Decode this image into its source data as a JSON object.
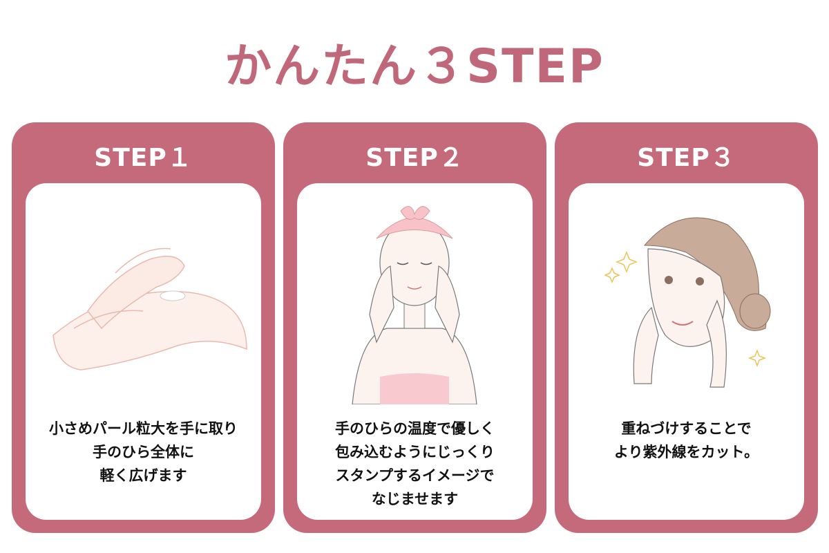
{
  "title": "かんたん３STEP",
  "accent_color": "#c56a7b",
  "steps": [
    {
      "label": "STEP１",
      "illustration": "hands-applying-cream",
      "lines": [
        "小さめパール粒大を手に取り",
        "手のひら全体に",
        "軽く広げます"
      ]
    },
    {
      "label": "STEP２",
      "illustration": "woman-hands-on-cheeks-headband",
      "lines": [
        "手のひらの温度で優しく",
        "包み込むようにじっくり",
        "スタンプするイメージで",
        "なじませます"
      ]
    },
    {
      "label": "STEP３",
      "illustration": "woman-glowing-skin",
      "lines": [
        "重ねづけすることで",
        "より紫外線をカット。"
      ]
    }
  ]
}
